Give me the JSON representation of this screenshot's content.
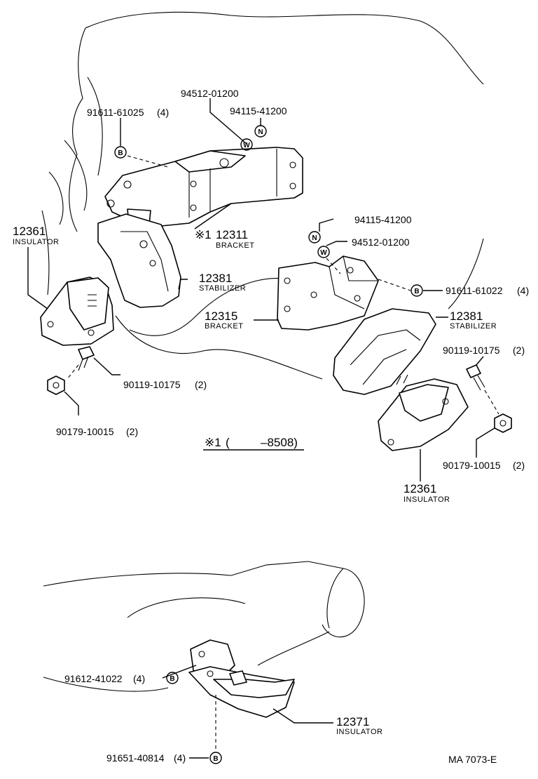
{
  "title": "",
  "diagram_ref": "MA  7073-E",
  "footnote": {
    "mark": "※1",
    "paren_open": "(",
    "range": "–8508)"
  },
  "symbols": {
    "bolt": "B",
    "washer": "W",
    "nut": "N"
  },
  "callouts": [
    {
      "part_no": "94512-01200",
      "qty": "",
      "name": ""
    },
    {
      "part_no": "94115-41200",
      "qty": "",
      "name": ""
    },
    {
      "part_no": "91611-61025",
      "qty": "(4)",
      "name": ""
    },
    {
      "part_no": "12361",
      "qty": "",
      "name": "INSULATOR"
    },
    {
      "part_no": "12311",
      "qty": "",
      "name": "BRACKET",
      "mark": "※1"
    },
    {
      "part_no": "12381",
      "qty": "",
      "name": "STABILIZER"
    },
    {
      "part_no": "90119-10175",
      "qty": "(2)",
      "name": ""
    },
    {
      "part_no": "90179-10015",
      "qty": "(2)",
      "name": ""
    },
    {
      "part_no": "94115-41200",
      "qty": "",
      "name": ""
    },
    {
      "part_no": "94512-01200",
      "qty": "",
      "name": ""
    },
    {
      "part_no": "91611-61022",
      "qty": "(4)",
      "name": ""
    },
    {
      "part_no": "12315",
      "qty": "",
      "name": "BRACKET"
    },
    {
      "part_no": "12381",
      "qty": "",
      "name": "STABILIZER"
    },
    {
      "part_no": "90119-10175",
      "qty": "(2)",
      "name": ""
    },
    {
      "part_no": "90179-10015",
      "qty": "(2)",
      "name": ""
    },
    {
      "part_no": "12361",
      "qty": "",
      "name": "INSULATOR"
    },
    {
      "part_no": "91612-41022",
      "qty": "(4)",
      "name": ""
    },
    {
      "part_no": "12371",
      "qty": "",
      "name": "INSULATOR"
    },
    {
      "part_no": "91651-40814",
      "qty": "(4)",
      "name": ""
    }
  ]
}
